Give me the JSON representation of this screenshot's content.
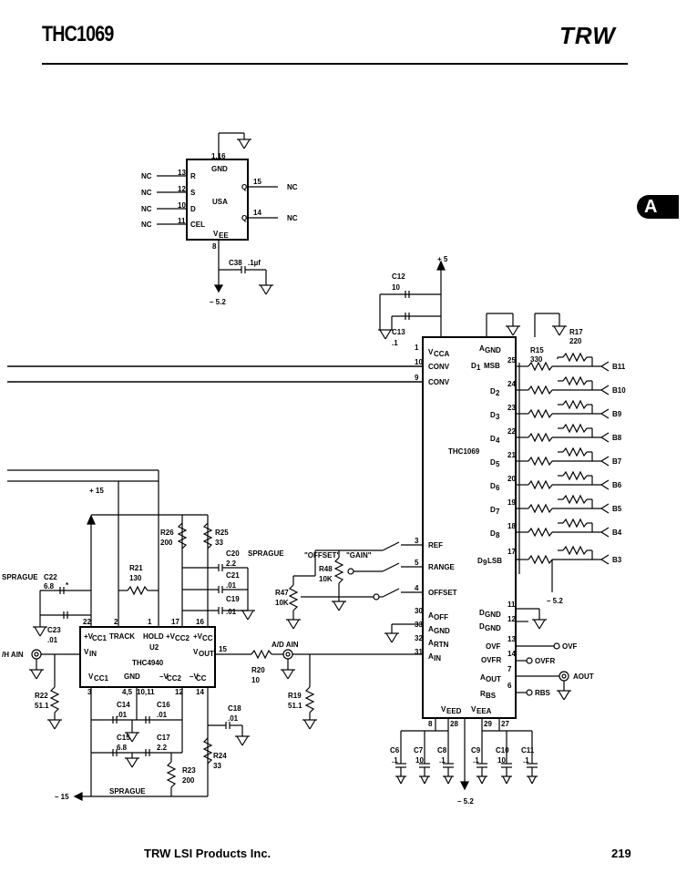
{
  "header": {
    "title": "THC1069",
    "logo": "TRW"
  },
  "tab": {
    "label": "A"
  },
  "footer": {
    "left": "TRW LSI Products Inc.",
    "right": "219"
  },
  "schematic": {
    "usa": {
      "pin_top": "1,16",
      "gnd": "GND",
      "name": "USA",
      "pins": [
        "13",
        "12",
        "10",
        "11"
      ],
      "pin_labels": [
        "R",
        "S",
        "D",
        "CEL"
      ],
      "nc": "NC",
      "q_pin": "15",
      "q": "Q",
      "qb_pin": "14",
      "qb": "Q",
      "vee": "V",
      "vee_sub": "EE",
      "vee_pin": "8",
      "cap": "C38",
      "cap_val": ".1µf",
      "supply": "– 5.2"
    },
    "thc1069": {
      "name": "THC1069",
      "left_pins": [
        {
          "num": "1",
          "label": "V",
          "sub": "CCA"
        },
        {
          "num": "10",
          "label": "CONV"
        },
        {
          "num": "9",
          "label": "CONV"
        },
        {
          "num": "3",
          "label": "REF"
        },
        {
          "num": "5",
          "label": "RANGE"
        },
        {
          "num": "4",
          "label": "OFFSET"
        },
        {
          "num": "30",
          "label": "A",
          "sub": "OFF"
        },
        {
          "num": "33",
          "label": "A",
          "sub": "GND"
        },
        {
          "num": "32",
          "label": "A",
          "sub": "RTN"
        },
        {
          "num": "31",
          "label": "A",
          "sub": "IN"
        }
      ],
      "right_labels": [
        "A",
        "GND",
        "D",
        "1",
        "MSB",
        "D",
        "2",
        "D",
        "3",
        "D",
        "4",
        "D",
        "5",
        "D",
        "6",
        "D",
        "7",
        "D",
        "8",
        "D",
        "9",
        "LSB",
        "D",
        "GND",
        "D",
        "GND",
        "OVF",
        "OVFR",
        "A",
        "OUT",
        "R",
        "BS"
      ],
      "right_pins": [
        "25",
        "24",
        "23",
        "22",
        "21",
        "20",
        "19",
        "18",
        "17",
        "11",
        "12",
        "13",
        "14",
        "7",
        "6"
      ],
      "bottom_labels": [
        "V",
        "EED",
        "V",
        "EEA"
      ],
      "bottom_pins": [
        "8",
        "28",
        "29",
        "27"
      ]
    },
    "outputs": [
      "B11",
      "B10",
      "B9",
      "B8",
      "B7",
      "B6",
      "B5",
      "B4",
      "B3"
    ],
    "ovf": "OVF",
    "ovfr": "OVFR",
    "aout": "AOUT",
    "rbs": "RBS",
    "plus5": "+ 5",
    "minus52": "– 5.2",
    "caps_top": [
      {
        "name": "C12",
        "val": "10"
      },
      {
        "name": "C13",
        "val": ".1"
      }
    ],
    "r17": {
      "name": "R17",
      "val": "220"
    },
    "r15": {
      "name": "R15",
      "val": "330"
    },
    "bottom_caps": [
      {
        "name": "C6",
        "val": ".1"
      },
      {
        "name": "C7",
        "val": "10"
      },
      {
        "name": "C8",
        "val": ".1"
      },
      {
        "name": "C9",
        "val": ".1"
      },
      {
        "name": "C10",
        "val": "10"
      },
      {
        "name": "C11",
        "val": ".1"
      }
    ],
    "u2": {
      "name": "U2",
      "part": "THC4940",
      "track": "TRACK",
      "hold": "HOLD",
      "vcc1": "+V",
      "vcc1_sub": "CC1",
      "vcc2": "+V",
      "vcc2_sub": "CC2",
      "vcc": "+V",
      "vcc_sub": "CC",
      "vin": "V",
      "vin_sub": "IN",
      "vout": "V",
      "vout_sub": "OUT",
      "vcc1n": "V",
      "vcc1n_sub": "CC1",
      "gnd": "GND",
      "vcc2n": "–V",
      "vcc2n_sub": "CC2",
      "vccn": "–V",
      "vccn_sub": "CC",
      "pins_top": [
        "22",
        "2",
        "1",
        "17",
        "16"
      ],
      "pin_vout": "15",
      "pins_bottom": [
        "3",
        "4,5",
        "10,11",
        "12",
        "14"
      ]
    },
    "plus15": "+ 15",
    "minus15": "– 15",
    "sprague": "SPRAGUE",
    "parts": {
      "c22": {
        "name": "C22",
        "val": "6.8",
        "mark": "*"
      },
      "c23": {
        "name": "C23",
        "val": ".01"
      },
      "r21": {
        "name": "R21",
        "val": "130"
      },
      "r26": {
        "name": "R26",
        "val": "200"
      },
      "r25": {
        "name": "R25",
        "val": "33"
      },
      "c20": {
        "name": "C20",
        "val": "2.2"
      },
      "c21": {
        "name": "C21",
        "val": ".01"
      },
      "c19": {
        "name": "C19",
        "val": ".01"
      },
      "r47": {
        "name": "R47",
        "val": "10K"
      },
      "r48": {
        "name": "R48",
        "val": "10K"
      },
      "offset": "\"OFFSET\"",
      "gain": "\"GAIN\"",
      "r20": {
        "name": "R20",
        "val": "10"
      },
      "r19": {
        "name": "R19",
        "val": "51.1"
      },
      "r22": {
        "name": "R22",
        "val": "51.1"
      },
      "ad_ain": "A/D AIN",
      "hain": "/H AIN",
      "c14": {
        "name": "C14",
        "val": ".01"
      },
      "c16": {
        "name": "C16",
        "val": ".01"
      },
      "c15": {
        "name": "C15",
        "val": "6.8"
      },
      "c17": {
        "name": "C17",
        "val": "2.2"
      },
      "c18": {
        "name": "C18",
        "val": ".01"
      },
      "r24": {
        "name": "R24",
        "val": "33"
      },
      "r23": {
        "name": "R23",
        "val": "200"
      }
    }
  }
}
